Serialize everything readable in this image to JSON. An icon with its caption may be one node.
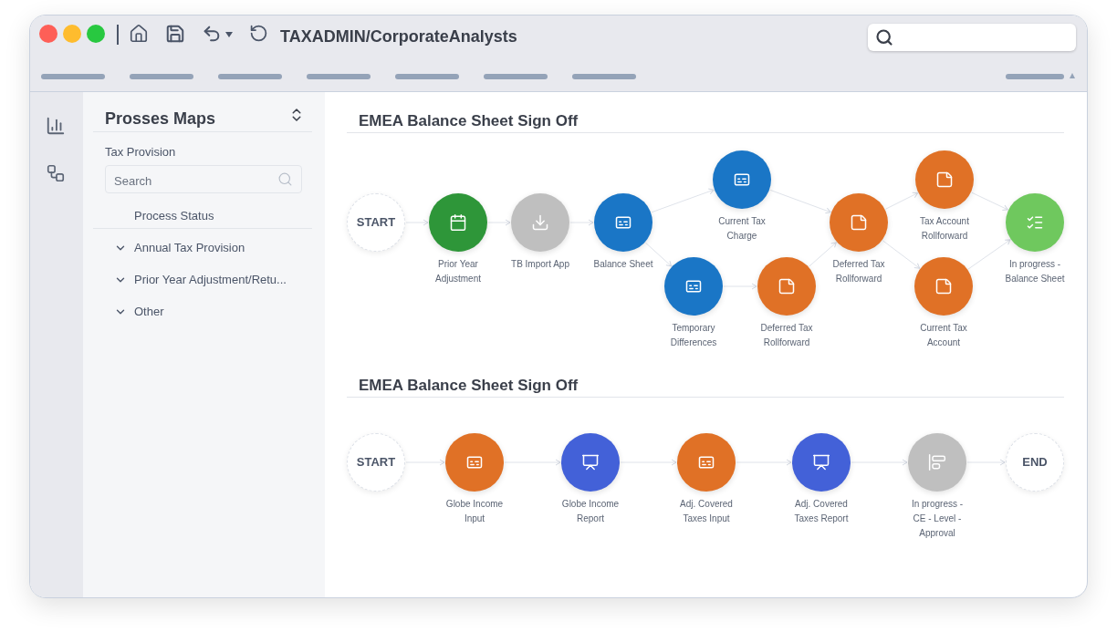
{
  "diagram": {
    "title": "TAXADMIN/CorporateAnalysts",
    "nodes": [
      {
        "text": [
          "START"
        ]
      },
      {
        "text": [],
        "shape": "circle",
        "beside": [
          "Prior Year Adjustment"
        ]
      },
      {
        "text": [],
        "shape": "circle",
        "beside": [
          "TB Import App"
        ]
      },
      {
        "text": [],
        "shape": "circle",
        "beside": [
          "Balance Sheet"
        ]
      },
      {
        "text": [],
        "shape": "circle",
        "beside": [
          "Current Tax Charge"
        ]
      },
      {
        "text": [],
        "shape": "circle",
        "beside": [
          "Temporary Differences"
        ]
      },
      {
        "text": [],
        "shape": "circle",
        "beside": [
          "Deferred Tax Rollforward"
        ]
      },
      {
        "text": [],
        "shape": "circle",
        "beside": [
          "Deferred Tax Rollforward"
        ]
      },
      {
        "text": [],
        "shape": "circle",
        "beside": [
          "Tax Account Rollforward"
        ]
      },
      {
        "text": [],
        "shape": "circle",
        "beside": [
          "Current Tax Account"
        ]
      },
      {
        "text": [],
        "shape": "circle",
        "beside": [
          "In progress - Balance Sheet"
        ]
      },
      {
        "text": [
          "START"
        ]
      },
      {
        "text": [],
        "shape": "circle",
        "beside": [
          "Globe Income Input"
        ]
      },
      {
        "text": [],
        "shape": "circle",
        "beside": [
          "Globe Income Report"
        ]
      },
      {
        "text": [],
        "shape": "circle",
        "beside": [
          "Adj. Covered Taxes Input"
        ]
      },
      {
        "text": [],
        "shape": "circle",
        "beside": [
          "Adj. Covered Taxes Report"
        ]
      },
      {
        "text": [],
        "shape": "circle",
        "beside": [
          "In progress - CE - Level - Approval"
        ]
      },
      {
        "text": [
          "END"
        ]
      }
    ],
    "edges": [
      {
        "from": 0,
        "to": 1,
        "arrow": "to"
      },
      {
        "from": 1,
        "to": 2,
        "arrow": "to"
      },
      {
        "from": 2,
        "to": 3,
        "arrow": "to"
      },
      {
        "from": 3,
        "to": 4,
        "arrow": "to"
      },
      {
        "from": 3,
        "to": 5,
        "arrow": "to"
      },
      {
        "from": 4,
        "to": 7,
        "arrow": "to"
      },
      {
        "from": 5,
        "to": 6,
        "arrow": "to"
      },
      {
        "from": 6,
        "to": 7,
        "arrow": "to"
      },
      {
        "from": 7,
        "to": 8,
        "arrow": "to"
      },
      {
        "from": 7,
        "to": 9,
        "arrow": "to"
      },
      {
        "from": 8,
        "to": 10,
        "arrow": "to"
      },
      {
        "from": 9,
        "to": 10,
        "arrow": "to"
      },
      {
        "from": 11,
        "to": 12,
        "arrow": "to"
      },
      {
        "from": 12,
        "to": 13,
        "arrow": "to"
      },
      {
        "from": 13,
        "to": 14,
        "arrow": "to"
      },
      {
        "from": 14,
        "to": 15,
        "arrow": "to"
      },
      {
        "from": 15,
        "to": 16,
        "arrow": "to"
      },
      {
        "from": 16,
        "to": 17,
        "arrow": "to"
      }
    ],
    "labels": [
      "Prosses Maps",
      "Tax Provision",
      "Search",
      "Process Status",
      "Annual Tax Provision",
      "Prior Year Adjustment/Retu...",
      "Other",
      "EMEA Balance Sheet Sign Off",
      "EMEA Balance Sheet Sign Off"
    ]
  }
}
